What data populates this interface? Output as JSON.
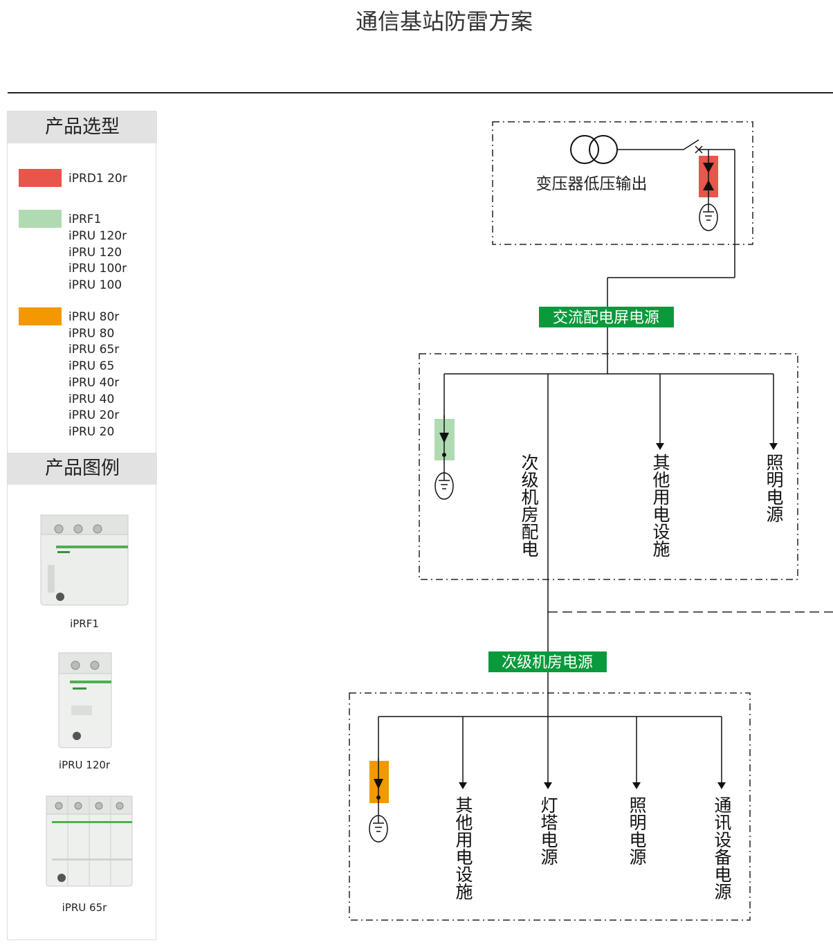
{
  "title": "通信基站防雷方案",
  "sidebar": {
    "selection_header": "产品选型",
    "legend_groups": [
      {
        "color": "#e8554a",
        "items": [
          "iPRD1 20r"
        ]
      },
      {
        "color": "#b0dbb2",
        "items": [
          "iPRF1",
          "iPRU 120r",
          "iPRU 120",
          "iPRU 100r",
          "iPRU 100"
        ]
      },
      {
        "color": "#f39800",
        "items": [
          "iPRU 80r",
          "iPRU 80",
          "iPRU 65r",
          "iPRU 65",
          "iPRU 40r",
          "iPRU 40",
          "iPRU 20r",
          "iPRU 20"
        ]
      }
    ],
    "gallery_header": "产品图例",
    "products": [
      {
        "caption": "iPRF1"
      },
      {
        "caption": "iPRU 120r"
      },
      {
        "caption": "iPRU 65r"
      }
    ]
  },
  "diagram": {
    "transformer_label": "变压器低压输出",
    "ac_panel_badge": "交流配电屏电源",
    "secondary_badge": "次级机房电源",
    "level2_loads": [
      "次级机房配电",
      "其他用电设施",
      "照明电源"
    ],
    "level3_loads": [
      "其他用电设施",
      "灯塔电源",
      "照明电源",
      "通讯设备电源"
    ],
    "colors": {
      "level1": "#e8554a",
      "level2": "#b0dbb2",
      "level3": "#f39800",
      "badge": "#0a9a3c"
    }
  }
}
